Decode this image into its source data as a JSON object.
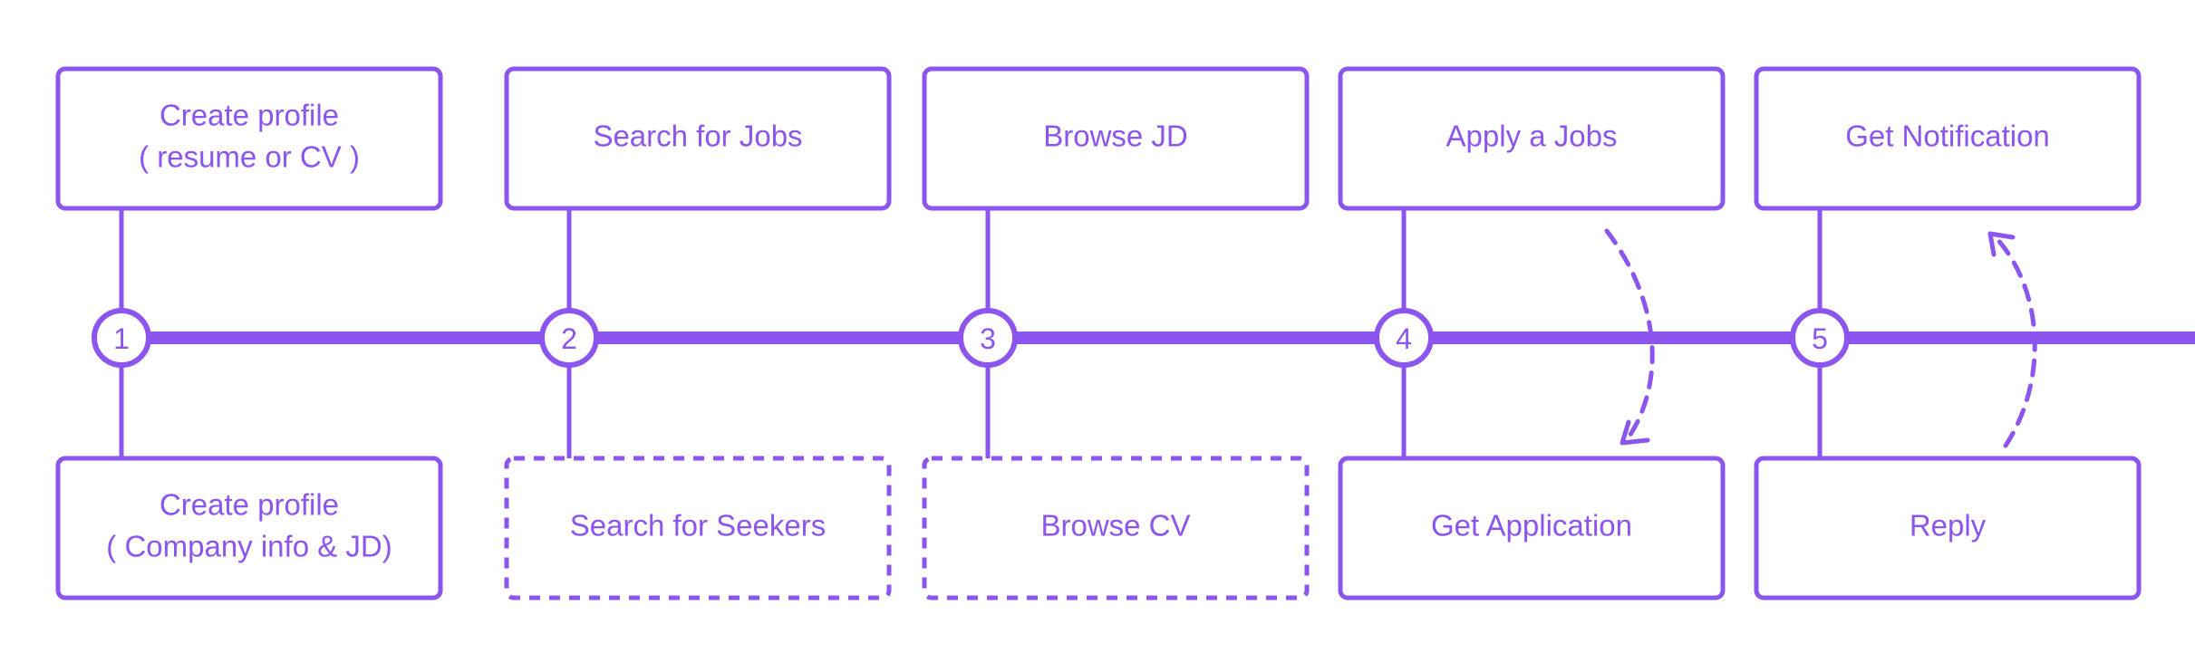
{
  "colors": {
    "accent": "#8b55ee",
    "background": "#ffffff"
  },
  "steps": [
    {
      "number": "1",
      "top": {
        "lines": [
          "Create profile",
          "( resume or CV )"
        ],
        "style": "solid"
      },
      "bottom": {
        "lines": [
          "Create profile",
          "( Company info & JD)"
        ],
        "style": "solid"
      }
    },
    {
      "number": "2",
      "top": {
        "lines": [
          "Search for Jobs"
        ],
        "style": "solid"
      },
      "bottom": {
        "lines": [
          "Search for Seekers"
        ],
        "style": "dashed"
      }
    },
    {
      "number": "3",
      "top": {
        "lines": [
          "Browse JD"
        ],
        "style": "solid"
      },
      "bottom": {
        "lines": [
          "Browse CV"
        ],
        "style": "dashed"
      }
    },
    {
      "number": "4",
      "top": {
        "lines": [
          "Apply a Jobs"
        ],
        "style": "solid"
      },
      "bottom": {
        "lines": [
          "Get Application"
        ],
        "style": "solid"
      },
      "flow_arrow": "down"
    },
    {
      "number": "5",
      "top": {
        "lines": [
          "Get Notification"
        ],
        "style": "solid"
      },
      "bottom": {
        "lines": [
          "Reply"
        ],
        "style": "solid"
      },
      "flow_arrow": "up"
    }
  ]
}
